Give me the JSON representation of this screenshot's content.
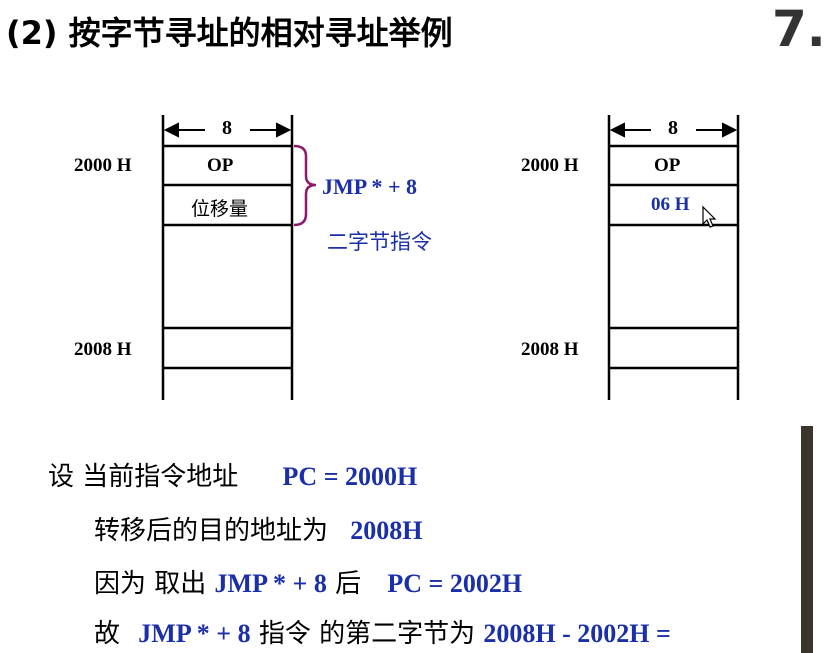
{
  "title": "(2) 按字节寻址的相对寻址举例",
  "page_number": "7.",
  "left_diagram": {
    "width_label": "8",
    "addr_top": "2000 H",
    "addr_bottom": "2008 H",
    "cell_op": "OP",
    "cell_disp": "位移量",
    "brace_instr": "JMP * + 8",
    "brace_desc": "二字节指令"
  },
  "right_diagram": {
    "width_label": "8",
    "addr_top": "2000 H",
    "addr_bottom": "2008 H",
    "cell_op": "OP",
    "cell_disp": "06 H"
  },
  "lines": {
    "l1_prefix": "设  当前指令地址",
    "l1_value": "PC = 2000H",
    "l2_text": "转移后的目的地址为",
    "l2_value": "2008H",
    "l3_a": "因为  取出",
    "l3_b": "JMP * + 8",
    "l3_c": "后",
    "l3_d": "PC = 2002H",
    "l4_a": "故",
    "l4_b": "JMP * + 8",
    "l4_c": "指令 的第二字节为",
    "l4_d": "2008H - 2002H ="
  },
  "colors": {
    "accent_blue": "#1a2fa8",
    "brace_purple": "#8b1a6b"
  }
}
